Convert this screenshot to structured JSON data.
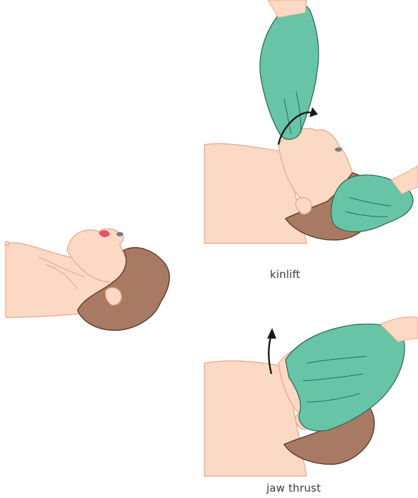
{
  "captions": {
    "chin_lift": "kinlift",
    "jaw_thrust": "jaw thrust"
  },
  "colors": {
    "skin": "#fbd9c4",
    "skin_outline": "#e8a58a",
    "hair": "#a97a63",
    "hair_outline": "#5b3a2c",
    "glove": "#68c4a6",
    "glove_outline": "#2f6b57",
    "mouth": "#e0566a",
    "arrow": "#1a1a1a"
  },
  "icons": {
    "rotation_arrow": "curved-arrow",
    "up_arrow": "curved-up-arrow"
  }
}
